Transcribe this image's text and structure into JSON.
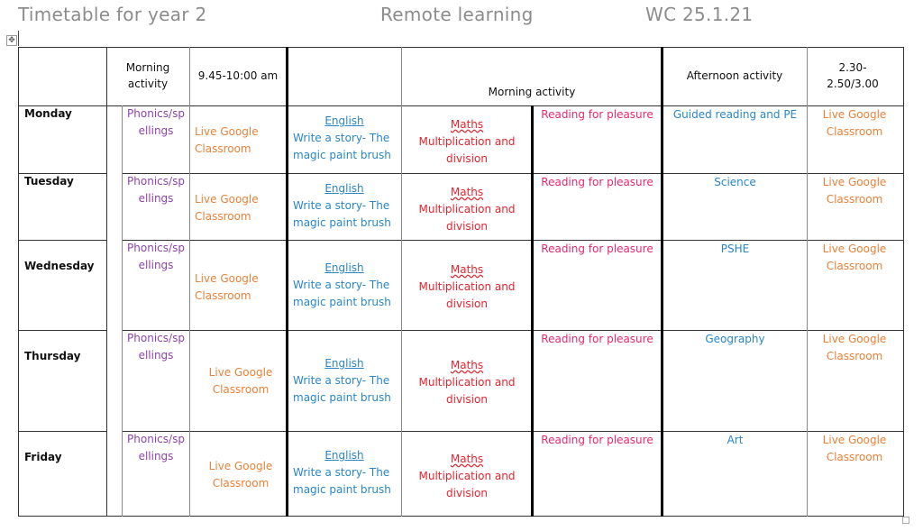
{
  "heading": {
    "title": "Timetable for year 2",
    "subtitle": "Remote learning",
    "week": "WC 25.1.21"
  },
  "icons": {
    "table_move_handle": "move-arrows-icon",
    "table_move_glyph": "✥"
  },
  "colors": {
    "phonics": "#8e44ad",
    "live": "#e8823a",
    "english": "#2a86c8",
    "maths": "#e8242e",
    "reading": "#e8286e",
    "afternoon": "#2a86c8",
    "title": "#8c8c8c"
  },
  "table": {
    "headers": {
      "day": "",
      "morning_activity_1": "Morning activity",
      "time_1": "9.45-10:00 am",
      "english": "",
      "morning_activity_2": "Morning activity",
      "afternoon_activity": "Afternoon activity",
      "time_2": "2.30-2.50/3.00"
    },
    "rows": [
      {
        "day": "Monday",
        "phonics": "Phonics/spellings",
        "live": "Live Google Classroom",
        "english_title": "English",
        "english_text": "Write a story- The magic paint brush",
        "maths_title": "Maths",
        "maths_text": "Multiplication and division",
        "reading": "Reading for pleasure",
        "afternoon": "Guided reading and PE",
        "final": "Live Google Classroom"
      },
      {
        "day": "Tuesday",
        "phonics": "Phonics/spellings",
        "live": "Live Google Classroom",
        "english_title": "English",
        "english_text": "Write a story- The magic paint brush",
        "maths_title": "Maths",
        "maths_text": "Multiplication and division",
        "reading": "Reading for pleasure",
        "afternoon": "Science",
        "final": "Live Google Classroom"
      },
      {
        "day": "Wednesday",
        "phonics": "Phonics/spellings",
        "live": "Live Google Classroom",
        "english_title": "English",
        "english_text": "Write a story- The magic paint brush",
        "maths_title": "Maths",
        "maths_text": "Multiplication and division",
        "reading": "Reading for pleasure",
        "afternoon": "PSHE",
        "final": "Live Google Classroom"
      },
      {
        "day": "Thursday",
        "phonics": "Phonics/spellings",
        "live": "Live Google Classroom",
        "english_title": "English",
        "english_text": "Write a story- The magic paint brush",
        "maths_title": "Maths",
        "maths_text": "Multiplication and division",
        "reading": "Reading for pleasure",
        "afternoon": "Geography",
        "final": "Live Google Classroom"
      },
      {
        "day": "Friday",
        "phonics": "Phonics/spellings",
        "live": "Live Google Classroom",
        "english_title": "English",
        "english_text": "Write a story- The magic paint brush",
        "maths_title": "Maths",
        "maths_text": "Multiplication and division",
        "reading": "Reading for pleasure",
        "afternoon": "Art",
        "final": "Live Google Classroom"
      }
    ]
  }
}
